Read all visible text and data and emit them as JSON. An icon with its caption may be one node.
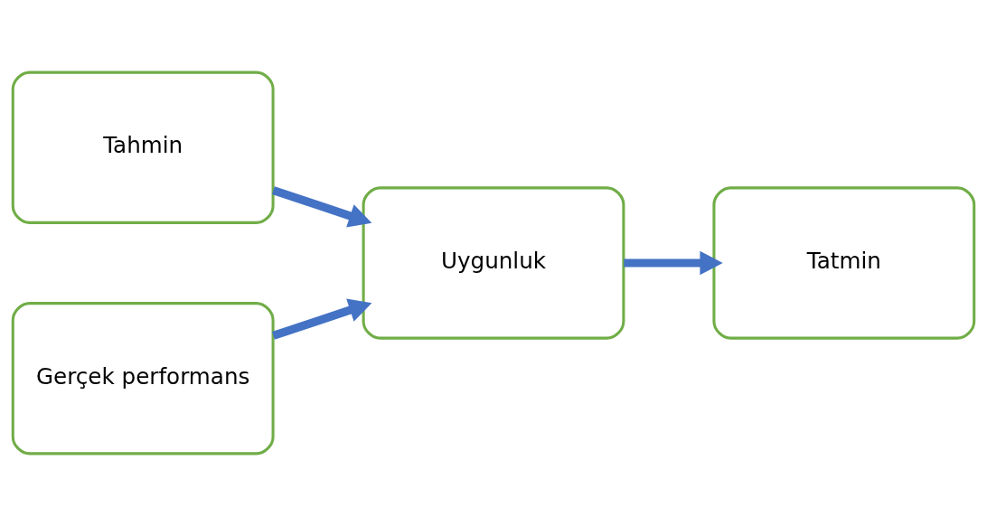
{
  "diagram": {
    "nodes": [
      {
        "text": [
          "Tahmin"
        ]
      },
      {
        "text": [
          "Gerçek performans"
        ]
      },
      {
        "text": [
          "Uygunluk"
        ]
      },
      {
        "text": [
          "Tatmin"
        ]
      }
    ],
    "edges": [
      {
        "from": 0,
        "to": 2,
        "arrow": "to"
      },
      {
        "from": 1,
        "to": 2,
        "arrow": "to"
      },
      {
        "from": 2,
        "to": 3,
        "arrow": "to"
      }
    ]
  }
}
